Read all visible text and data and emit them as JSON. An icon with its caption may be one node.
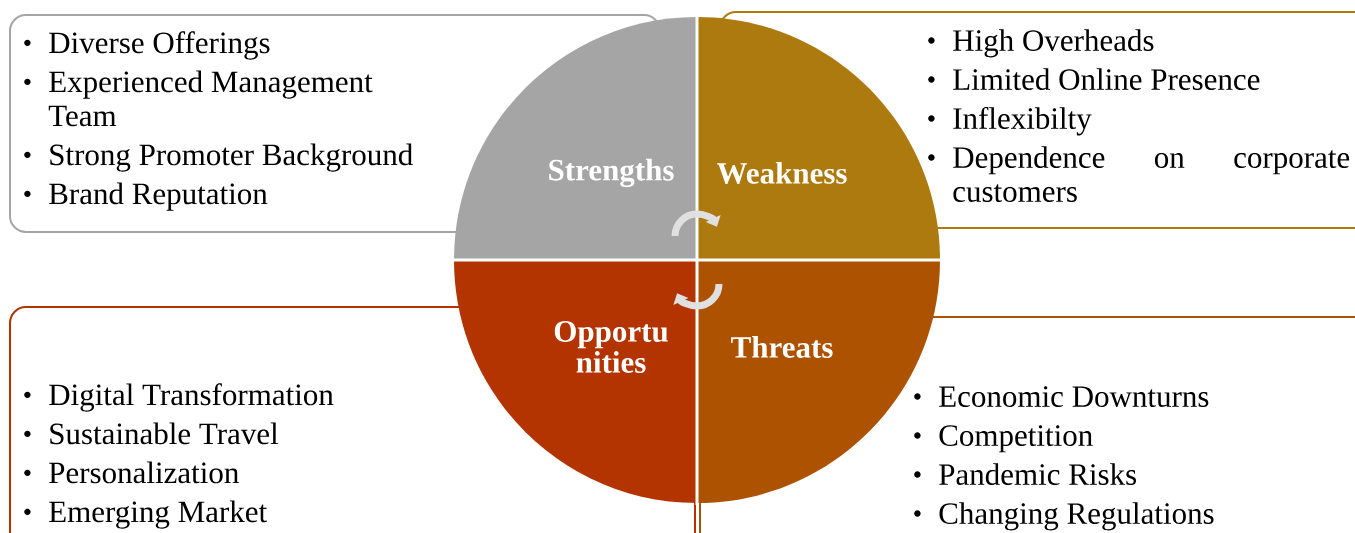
{
  "diagram": {
    "nodes": [
      {
        "text": [
          "Diverse Offerings",
          "Experienced Management Team",
          "Strong Promoter Background",
          "Brand Reputation"
        ]
      },
      {
        "text": [
          "High Overheads",
          "Limited Online Presence",
          "Inflexibilty",
          "Dependence on corporate customers"
        ]
      },
      {
        "text": [
          "Strengths"
        ]
      },
      {
        "text": [
          "Weakness"
        ]
      },
      {
        "text": [
          "Opportu nities"
        ]
      },
      {
        "text": [
          "Threats"
        ]
      },
      {
        "text": [
          "Digital Transformation",
          "Sustainable Travel",
          "Personalization",
          "Emerging Market"
        ]
      },
      {
        "text": [
          "Economic Downturns",
          "Competition",
          "Pandemic Risks",
          "Changing Regulations"
        ]
      }
    ]
  }
}
